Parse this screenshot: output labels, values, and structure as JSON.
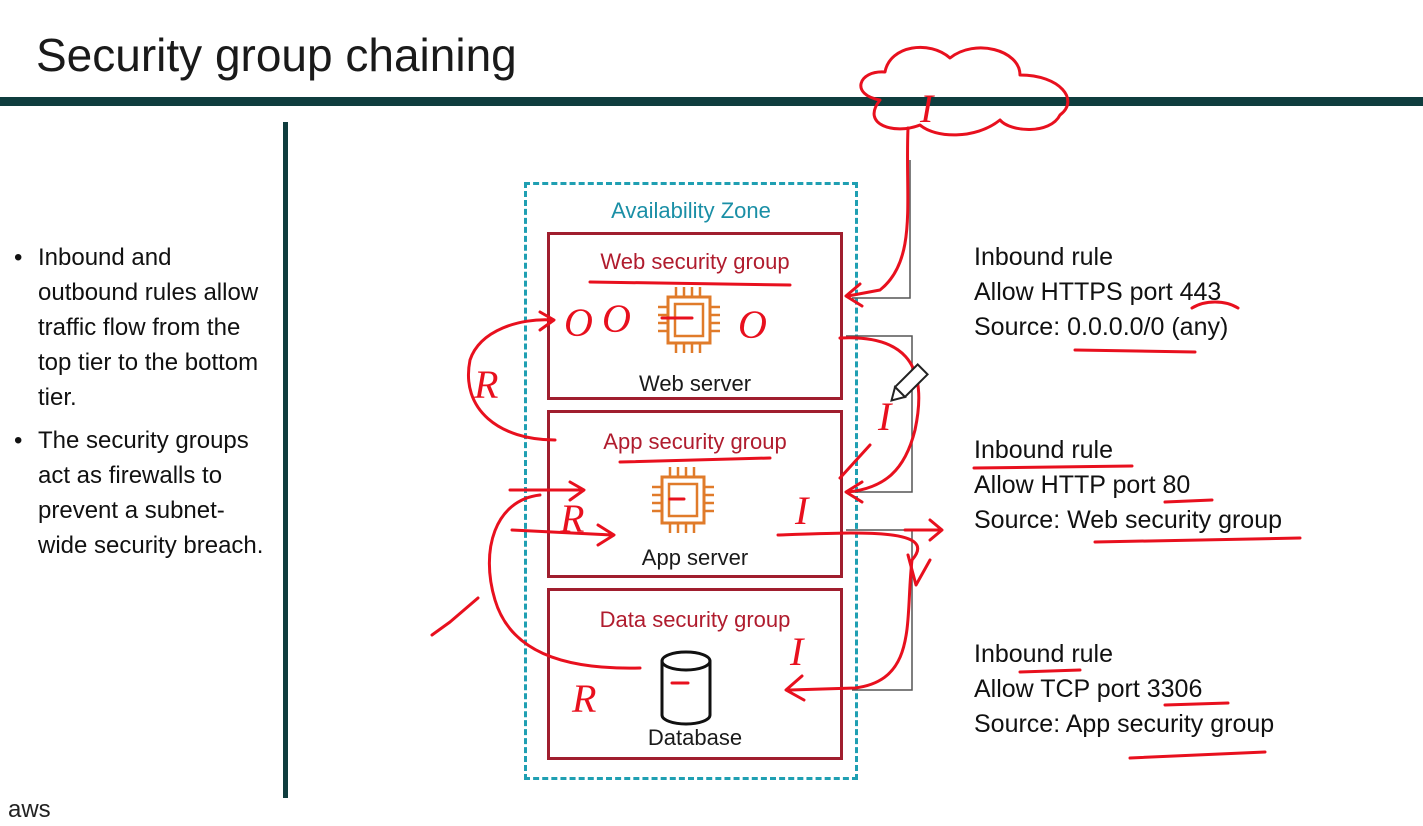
{
  "slide": {
    "title": "Security group chaining",
    "bullets": [
      "Inbound and outbound rules allow traffic flow from the top tier to the bottom tier.",
      "The security groups act as firewalls to prevent a subnet-wide security breach."
    ],
    "logo_text": "aws"
  },
  "diagram": {
    "zone_label": "Availability Zone",
    "tiers": [
      {
        "group": "Web security group",
        "resource": "Web server",
        "icon": "chip-icon"
      },
      {
        "group": "App security group",
        "resource": "App server",
        "icon": "chip-icon"
      },
      {
        "group": "Data security group",
        "resource": "Database",
        "icon": "database-icon"
      }
    ],
    "rules": [
      {
        "heading": "Inbound rule",
        "allow": "Allow HTTPS port 443",
        "source": "Source: 0.0.0.0/0 (any)"
      },
      {
        "heading": "Inbound rule",
        "allow": "Allow HTTP port 80",
        "source": "Source: Web security group"
      },
      {
        "heading": "Inbound rule",
        "allow": "Allow TCP port 3306",
        "source": "Source: App security group"
      }
    ],
    "annotations": {
      "internet_mark": "I",
      "inbound_mark": "I",
      "response_mark": "R",
      "open_port_mark": "O",
      "blocked_mark": "—"
    },
    "colors": {
      "group_border": "#a01e2e",
      "zone_border": "#1f9fb2",
      "chip_icon": "#e07b2a",
      "annotation_ink": "#e8101e",
      "accent_rule": "#0f3d3e"
    }
  }
}
